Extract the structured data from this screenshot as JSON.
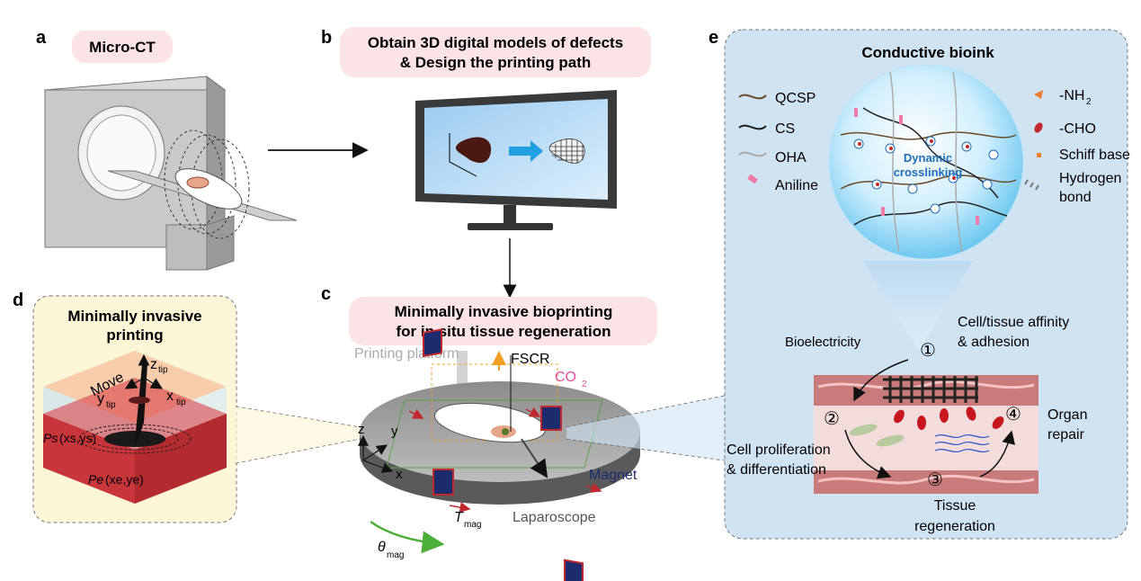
{
  "panels": {
    "a": {
      "letter": "a",
      "title": "Micro-CT"
    },
    "b": {
      "letter": "b",
      "title_line1": "Obtain 3D digital models of defects",
      "title_line2": "& Design the printing path"
    },
    "c": {
      "letter": "c",
      "title_line1": "Minimally invasive bioprinting",
      "title_line2": "for in situ tissue regeneration",
      "labels": {
        "printing_platform": "Printing platform",
        "fscr": "FSCR",
        "co2": "CO",
        "co2_sub": "2",
        "magnet": "Magnet",
        "laparoscope": "Laparoscope",
        "t_mag": "T",
        "t_mag_sub": "mag",
        "theta_mag": "θ",
        "theta_sub": "mag",
        "axis_z": "z",
        "axis_y": "y",
        "axis_x": "x"
      }
    },
    "d": {
      "letter": "d",
      "title_line1": "Minimally invasive",
      "title_line2": "printing",
      "labels": {
        "move": "Move",
        "z_tip": "z",
        "y_tip": "y",
        "x_tip": "x",
        "tip_sub": "tip",
        "ps": "Ps",
        "ps_coord": "(xs,ys)",
        "pe": "Pe",
        "pe_coord": "(xe,ye)"
      }
    },
    "e": {
      "letter": "e",
      "title": "Conductive bioink",
      "legend": {
        "qcsp": "QCSP",
        "cs": "CS",
        "oha": "OHA",
        "aniline": "Aniline",
        "nh2": "-NH",
        "nh2_sub": "2",
        "cho": "-CHO",
        "schiff": "Schiff base",
        "hbond1": "Hydrogen",
        "hbond2": "bond"
      },
      "dynamic1": "Dynamic",
      "dynamic2": "crosslinking",
      "process": {
        "bioelectricity": "Bioelectricity",
        "affinity1": "Cell/tissue affinity",
        "affinity2": "& adhesion",
        "prolif1": "Cell proliferation",
        "prolif2": "& differentiation",
        "regen1": "Tissue",
        "regen2": "regeneration",
        "organ1": "Organ",
        "organ2": "repair",
        "n1": "①",
        "n2": "②",
        "n3": "③",
        "n4": "④"
      }
    }
  },
  "colors": {
    "pill_bg": "#fce4e6",
    "panel_e_bg": "#cfe3f3",
    "panel_d_bg": "#fdf7d8",
    "arrow_blue": "#1fa0e0",
    "tissue_red": "#b5282e",
    "magnet_blue": "#1c2a6e",
    "green_arrow": "#4caf3a",
    "orange": "#f0a020",
    "pink": "#e0509a"
  }
}
